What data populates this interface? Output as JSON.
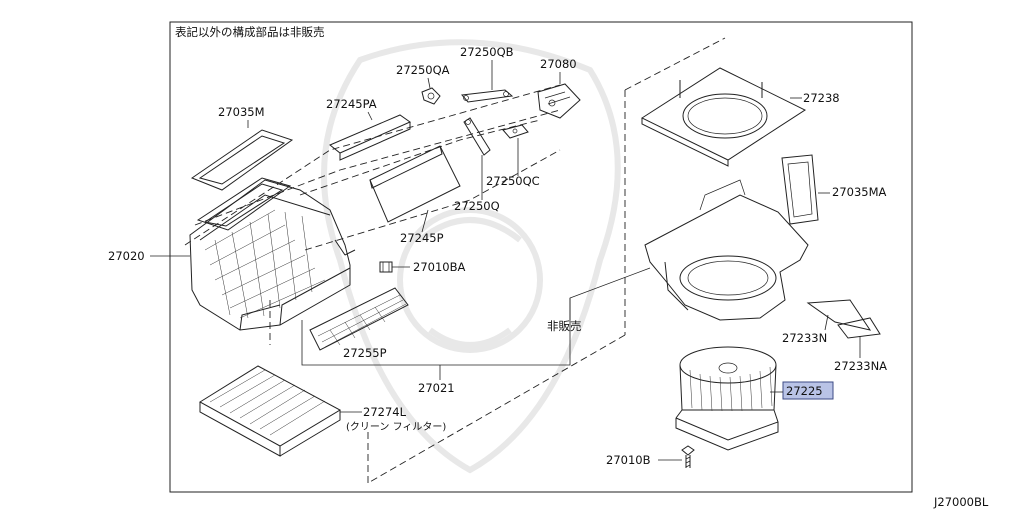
{
  "diagram": {
    "note_top": "表記以外の構成部品は非販売",
    "note_not_sold": "非販売",
    "drawing_code": "J27000BL",
    "highlight_color": "#b9c3e6"
  },
  "parts": {
    "p27020": "27020",
    "p27035M": "27035M",
    "p27245PA": "27245PA",
    "p27250QA": "27250QA",
    "p27250QB": "27250QB",
    "p27080": "27080",
    "p27250QC": "27250QC",
    "p27250Q": "27250Q",
    "p27245P": "27245P",
    "p27010BA": "27010BA",
    "p27255P": "27255P",
    "p27021": "27021",
    "p27274L": "27274L",
    "p27274L_desc": "(クリーン フィルター)",
    "p27238": "27238",
    "p27035MA": "27035MA",
    "p27233N": "27233N",
    "p27233NA": "27233NA",
    "p27225": "27225",
    "p27010B": "27010B"
  }
}
